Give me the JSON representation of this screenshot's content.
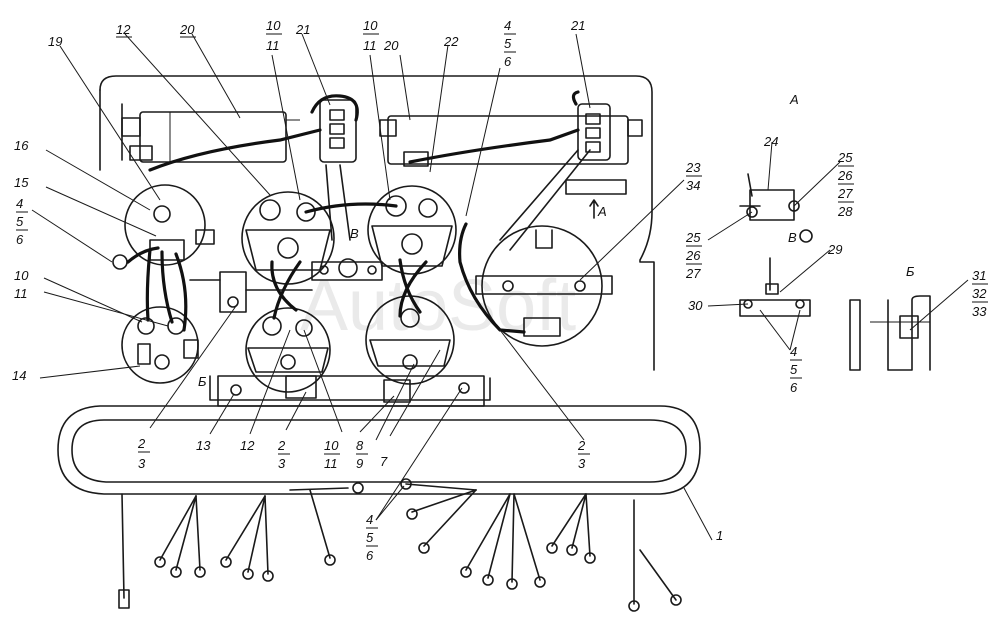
{
  "watermark": "AutoSoft",
  "view_labels": {
    "view_a": "А",
    "view_b": "Б",
    "view_v": "В",
    "view_b_main": "Б",
    "arrow_a": "А",
    "arrow_v": "В",
    "v_circle": "В"
  },
  "callouts": {
    "c19": "19",
    "c12top": "12",
    "c20a": "20",
    "c10a": "10",
    "c11a": "11",
    "c21a": "21",
    "c10b": "10",
    "c11b": "11",
    "c20b": "20",
    "c22": "22",
    "c4a": "4",
    "c5a": "5",
    "c6a": "6",
    "c21b": "21",
    "c16": "16",
    "c15": "15",
    "c4b": "4",
    "c5b": "5",
    "c6b": "6",
    "c10c": "10",
    "c11c": "11",
    "c14": "14",
    "c23": "23",
    "c34": "34",
    "c24": "24",
    "c25a": "25",
    "c26a": "26",
    "c27a": "27",
    "c28": "28",
    "c25b": "25",
    "c26b": "26",
    "c27b": "27",
    "c29": "29",
    "c30": "30",
    "c4c": "4",
    "c5c": "5",
    "c6c": "6",
    "c31": "31",
    "c32": "32",
    "c33": "33",
    "c2a": "2",
    "c3a": "3",
    "c13": "13",
    "c12b": "12",
    "c2b": "2",
    "c3b": "3",
    "c10d": "10",
    "c11d": "11",
    "c8": "8",
    "c9": "9",
    "c7": "7",
    "c2c": "2",
    "c3c": "3",
    "c1": "1",
    "c4d": "4",
    "c5d": "5",
    "c6d": "6"
  }
}
